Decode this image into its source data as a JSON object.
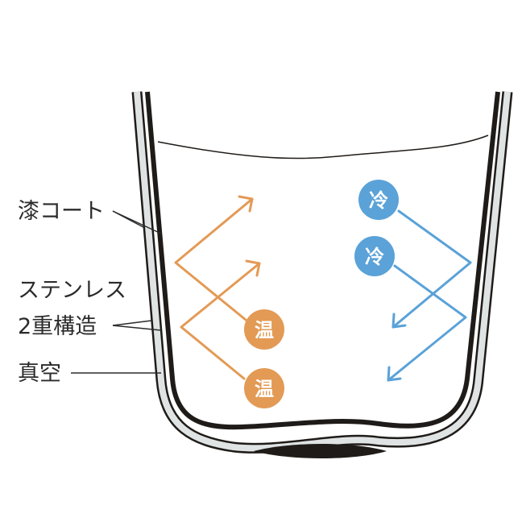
{
  "labels": {
    "lacquer_coat": "漆コート",
    "stainless_line1": "ステンレス",
    "stainless_line2": "2重構造",
    "vacuum": "真空"
  },
  "badges": {
    "warm_1": "温",
    "warm_2": "温",
    "cold_1": "冷",
    "cold_2": "冷"
  },
  "colors": {
    "warm": "#e39a55",
    "cold": "#5aa2d8",
    "outline": "#1f1b18",
    "wall_gray": "#dfe3e3"
  }
}
